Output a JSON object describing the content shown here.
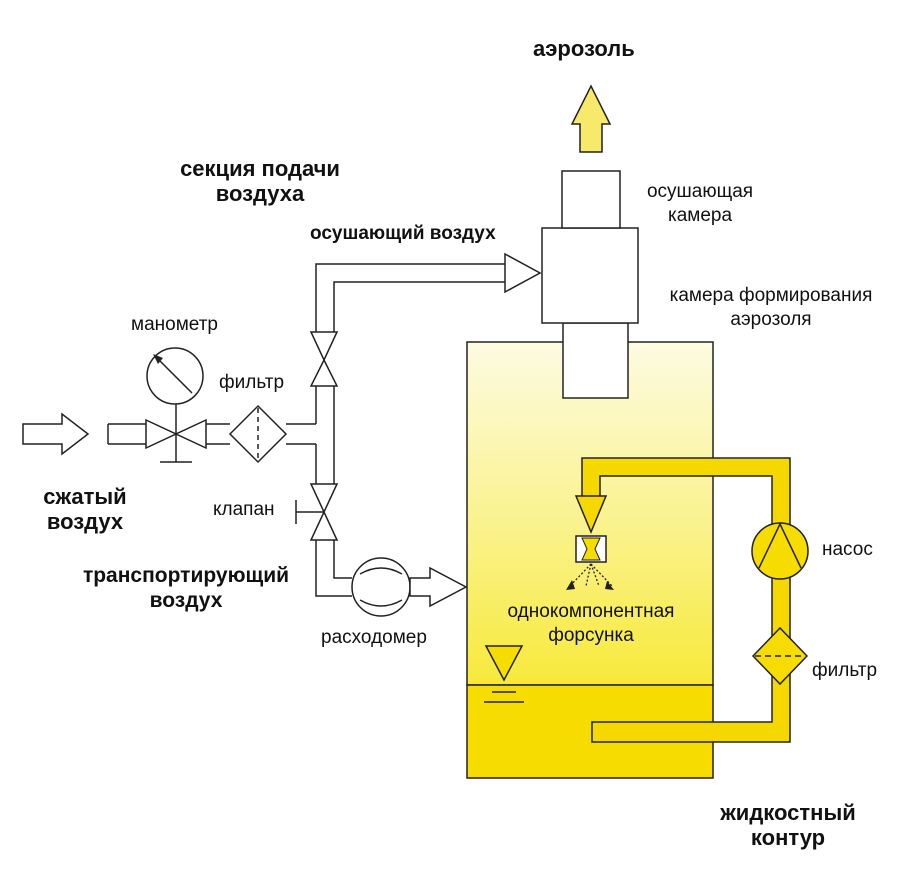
{
  "labels": {
    "aerosol": "аэрозоль",
    "air_supply_section_line1": "секция подачи",
    "air_supply_section_line2": "воздуха",
    "drying_air": "осушающий воздух",
    "drying_chamber_line1": "осушающая",
    "drying_chamber_line2": "камера",
    "aerosol_chamber_line1": "камера формирования",
    "aerosol_chamber_line2": "аэрозоля",
    "manometer": "манометр",
    "filter_air": "фильтр",
    "compressed_air_line1": "сжатый",
    "compressed_air_line2": "воздух",
    "valve": "клапан",
    "transport_air_line1": "транспортирующий",
    "transport_air_line2": "воздух",
    "flowmeter": "расходомер",
    "nozzle_line1": "однокомпонентная",
    "nozzle_line2": "форсунка",
    "pump": "насос",
    "filter_liquid": "фильтр",
    "liquid_circuit_line1": "жидкостный",
    "liquid_circuit_line2": "контур"
  },
  "colors": {
    "liquid": "#f7dc00",
    "liquid_circuit": "#f5d800",
    "arrow_fill": "#f7e96a",
    "tank_top": "#fdfbe0",
    "stroke": "#222222"
  },
  "icons": [
    "manometer-icon",
    "valve-icon",
    "filter-icon",
    "flowmeter-icon",
    "pump-icon",
    "nozzle-icon",
    "liquid-level-icon"
  ]
}
